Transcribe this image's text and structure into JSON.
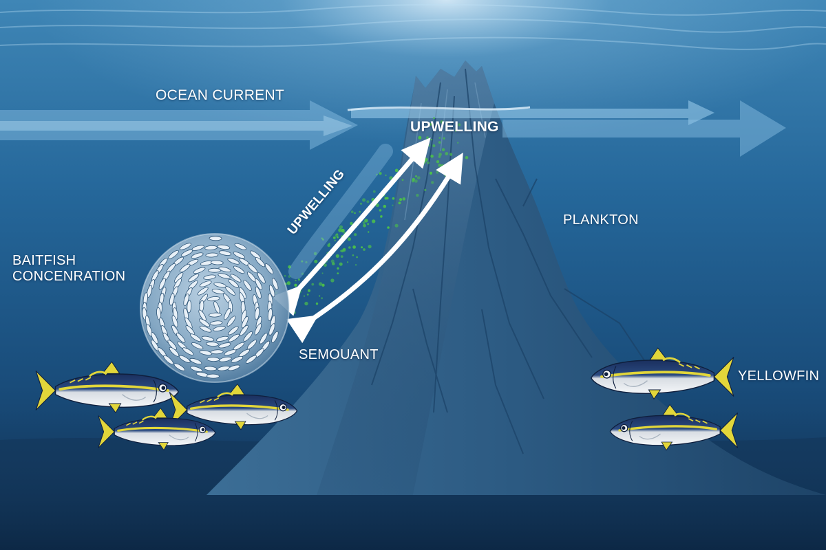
{
  "labels": {
    "ocean_current": "OCEAN CURRENT",
    "upwelling_top": "UPWELLING",
    "upwelling_arrow": "UPWELLING",
    "plankton": "PLANKTON",
    "baitfish_line1": "BAITFISH",
    "baitfish_line2": "CONCENRATION",
    "seamount": "SEMOUANT",
    "yellowfin": "YELLOWFIN"
  },
  "icons": [
    "tuna-fish-icon",
    "baitfish-ball-icon",
    "seamount-icon",
    "current-arrow-icon",
    "upwelling-arrow-icon"
  ],
  "colors": {
    "ocean_surface": "#3f86b6",
    "ocean_deep": "#0f2f52",
    "seamount": "#2f5d84",
    "plankton": "#4cc04a",
    "tuna_fin": "#e2d63a",
    "label": "#ffffff"
  }
}
